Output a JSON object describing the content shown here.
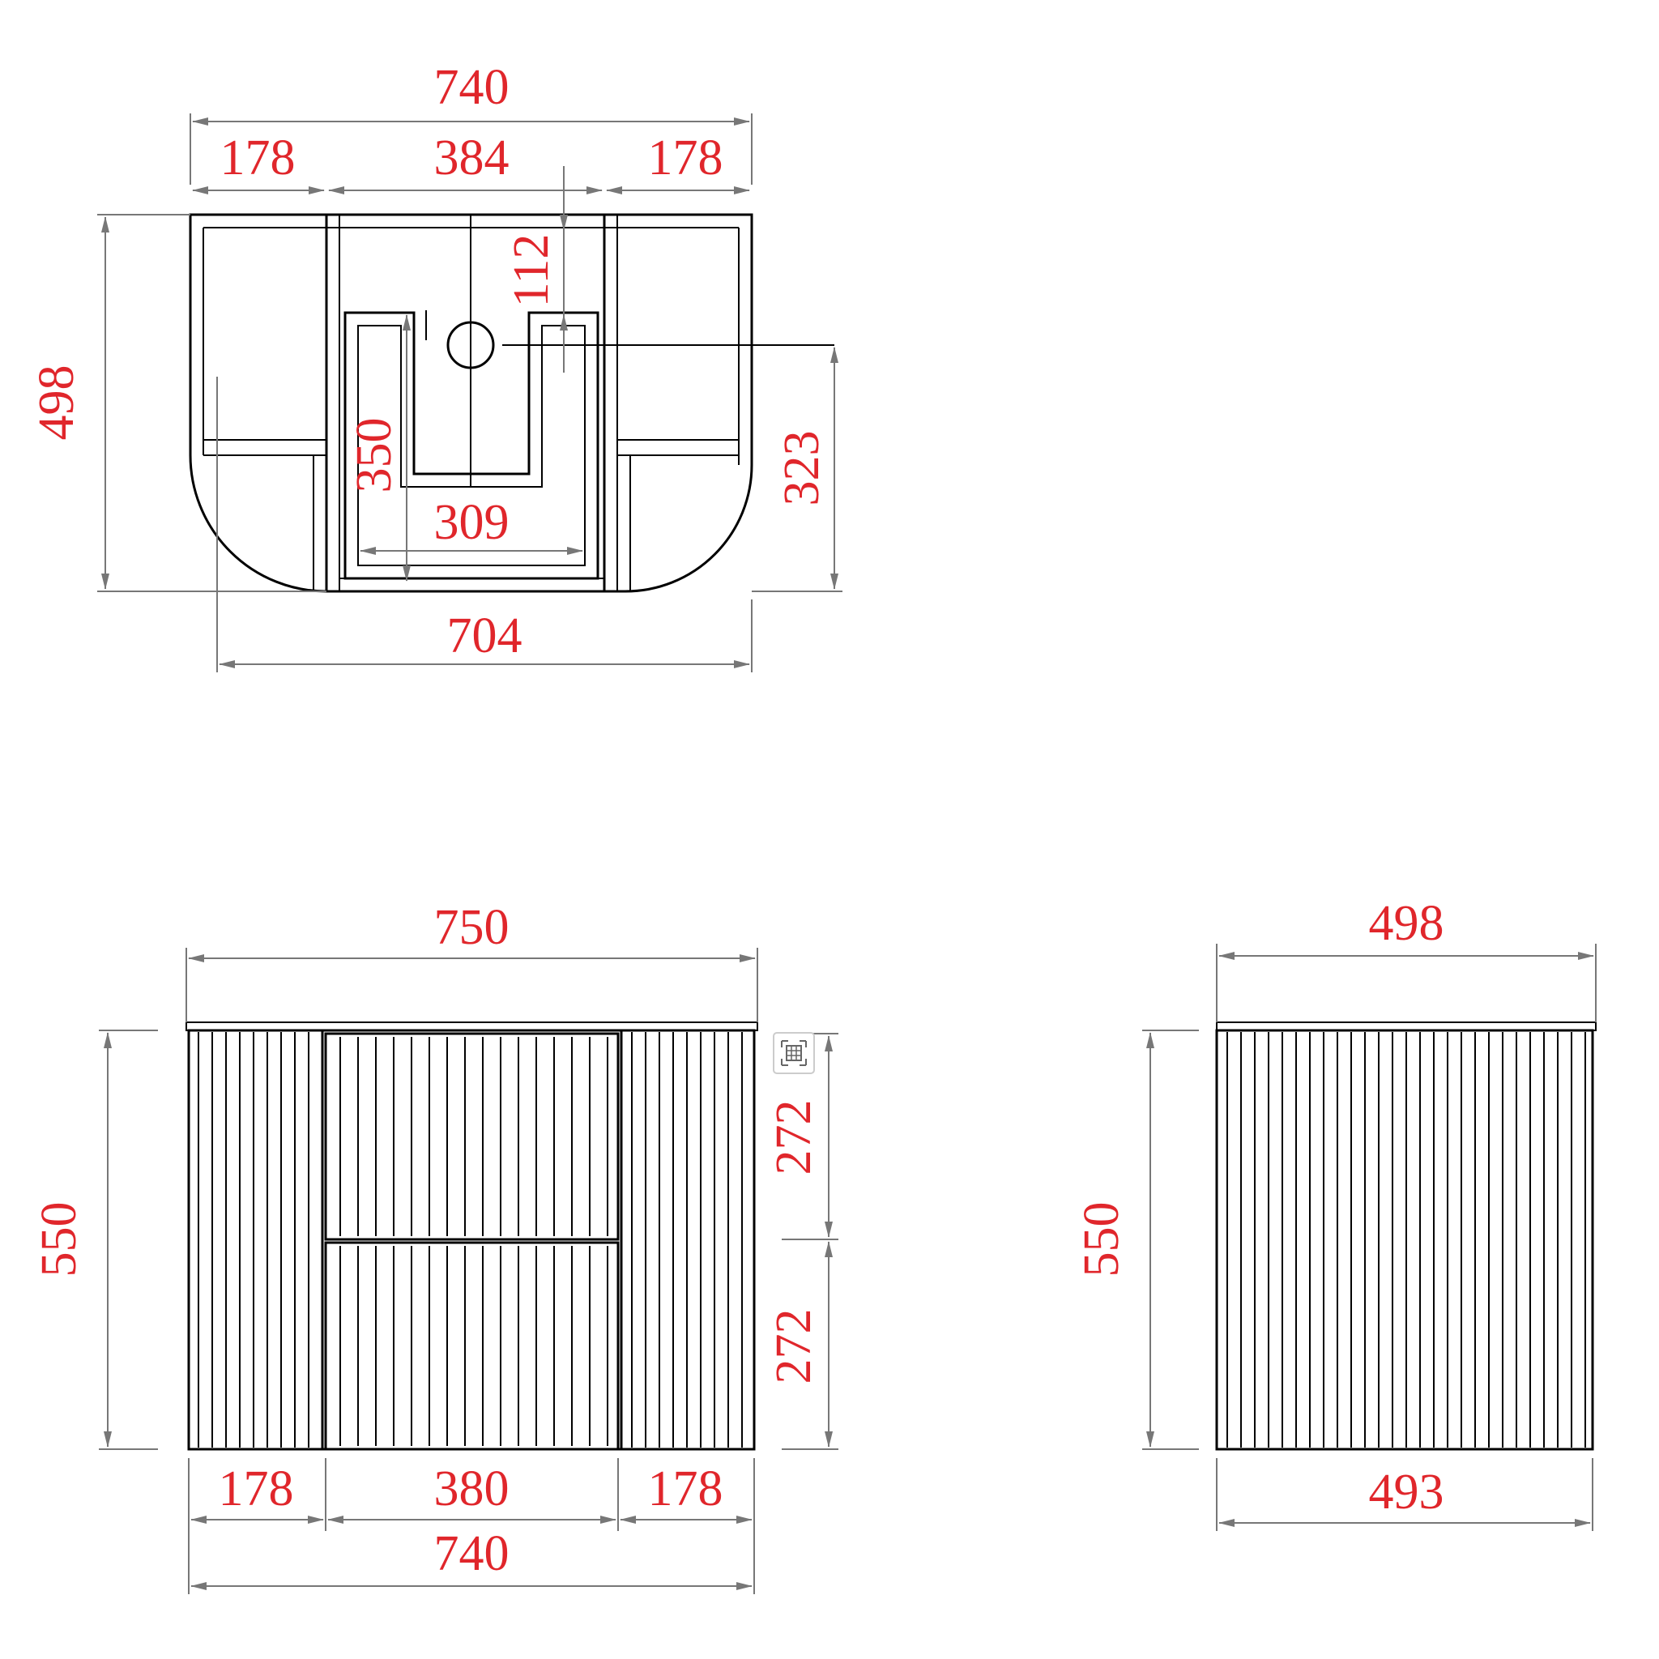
{
  "colors": {
    "dimension_text": "#e0262b",
    "geometry": "#000000",
    "dimension_line": "#777777"
  },
  "plan_view": {
    "overall_width": "740",
    "left_section": "178",
    "center_section": "384",
    "right_section": "178",
    "depth": "498",
    "notch_depth": "112",
    "notch_height": "350",
    "inner_width": "309",
    "waste_offset": "323",
    "bottom_width": "704"
  },
  "front_view": {
    "overall_width": "750",
    "height": "550",
    "upper_drawer": "272",
    "lower_drawer": "272",
    "left_panel": "178",
    "center_panel": "380",
    "right_panel": "178",
    "base_width": "740"
  },
  "side_view": {
    "top_depth": "498",
    "height": "550",
    "base_depth": "493"
  },
  "overlay": {
    "icon": "zoom-select-icon"
  }
}
